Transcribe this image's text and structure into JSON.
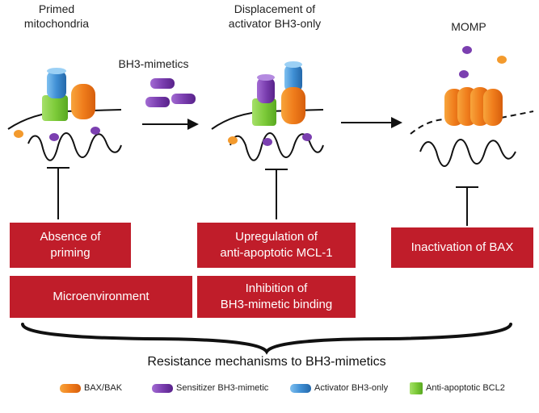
{
  "colors": {
    "bax_bak": "#f07d1c",
    "sensitizer": "#7b3fb0",
    "activator": "#3f8fd4",
    "anti_apoptotic": "#7ecb3a",
    "box_red": "#c01d2a"
  },
  "panels": {
    "primed_title": "Primed\nmitochondria",
    "displacement_title": "Displacement of\nactivator BH3-only",
    "momp_title": "MOMP",
    "bh3_mimetics_label": "BH3-mimetics"
  },
  "mechanisms": {
    "absence_priming": "Absence of\npriming",
    "microenvironment": "Microenvironment",
    "upregulation_mcl1": "Upregulation of\nanti-apoptotic MCL-1",
    "inhibition_binding": "Inhibition of\nBH3-mimetic binding",
    "inactivation_bax": "Inactivation of BAX"
  },
  "caption": "Resistance mechanisms to BH3-mimetics",
  "legend": {
    "bax_bak": "BAX/BAK",
    "sensitizer": "Sensitizer BH3-mimetic",
    "activator": "Activator BH3-only",
    "anti_apoptotic": "Anti-apoptotic BCL2"
  }
}
